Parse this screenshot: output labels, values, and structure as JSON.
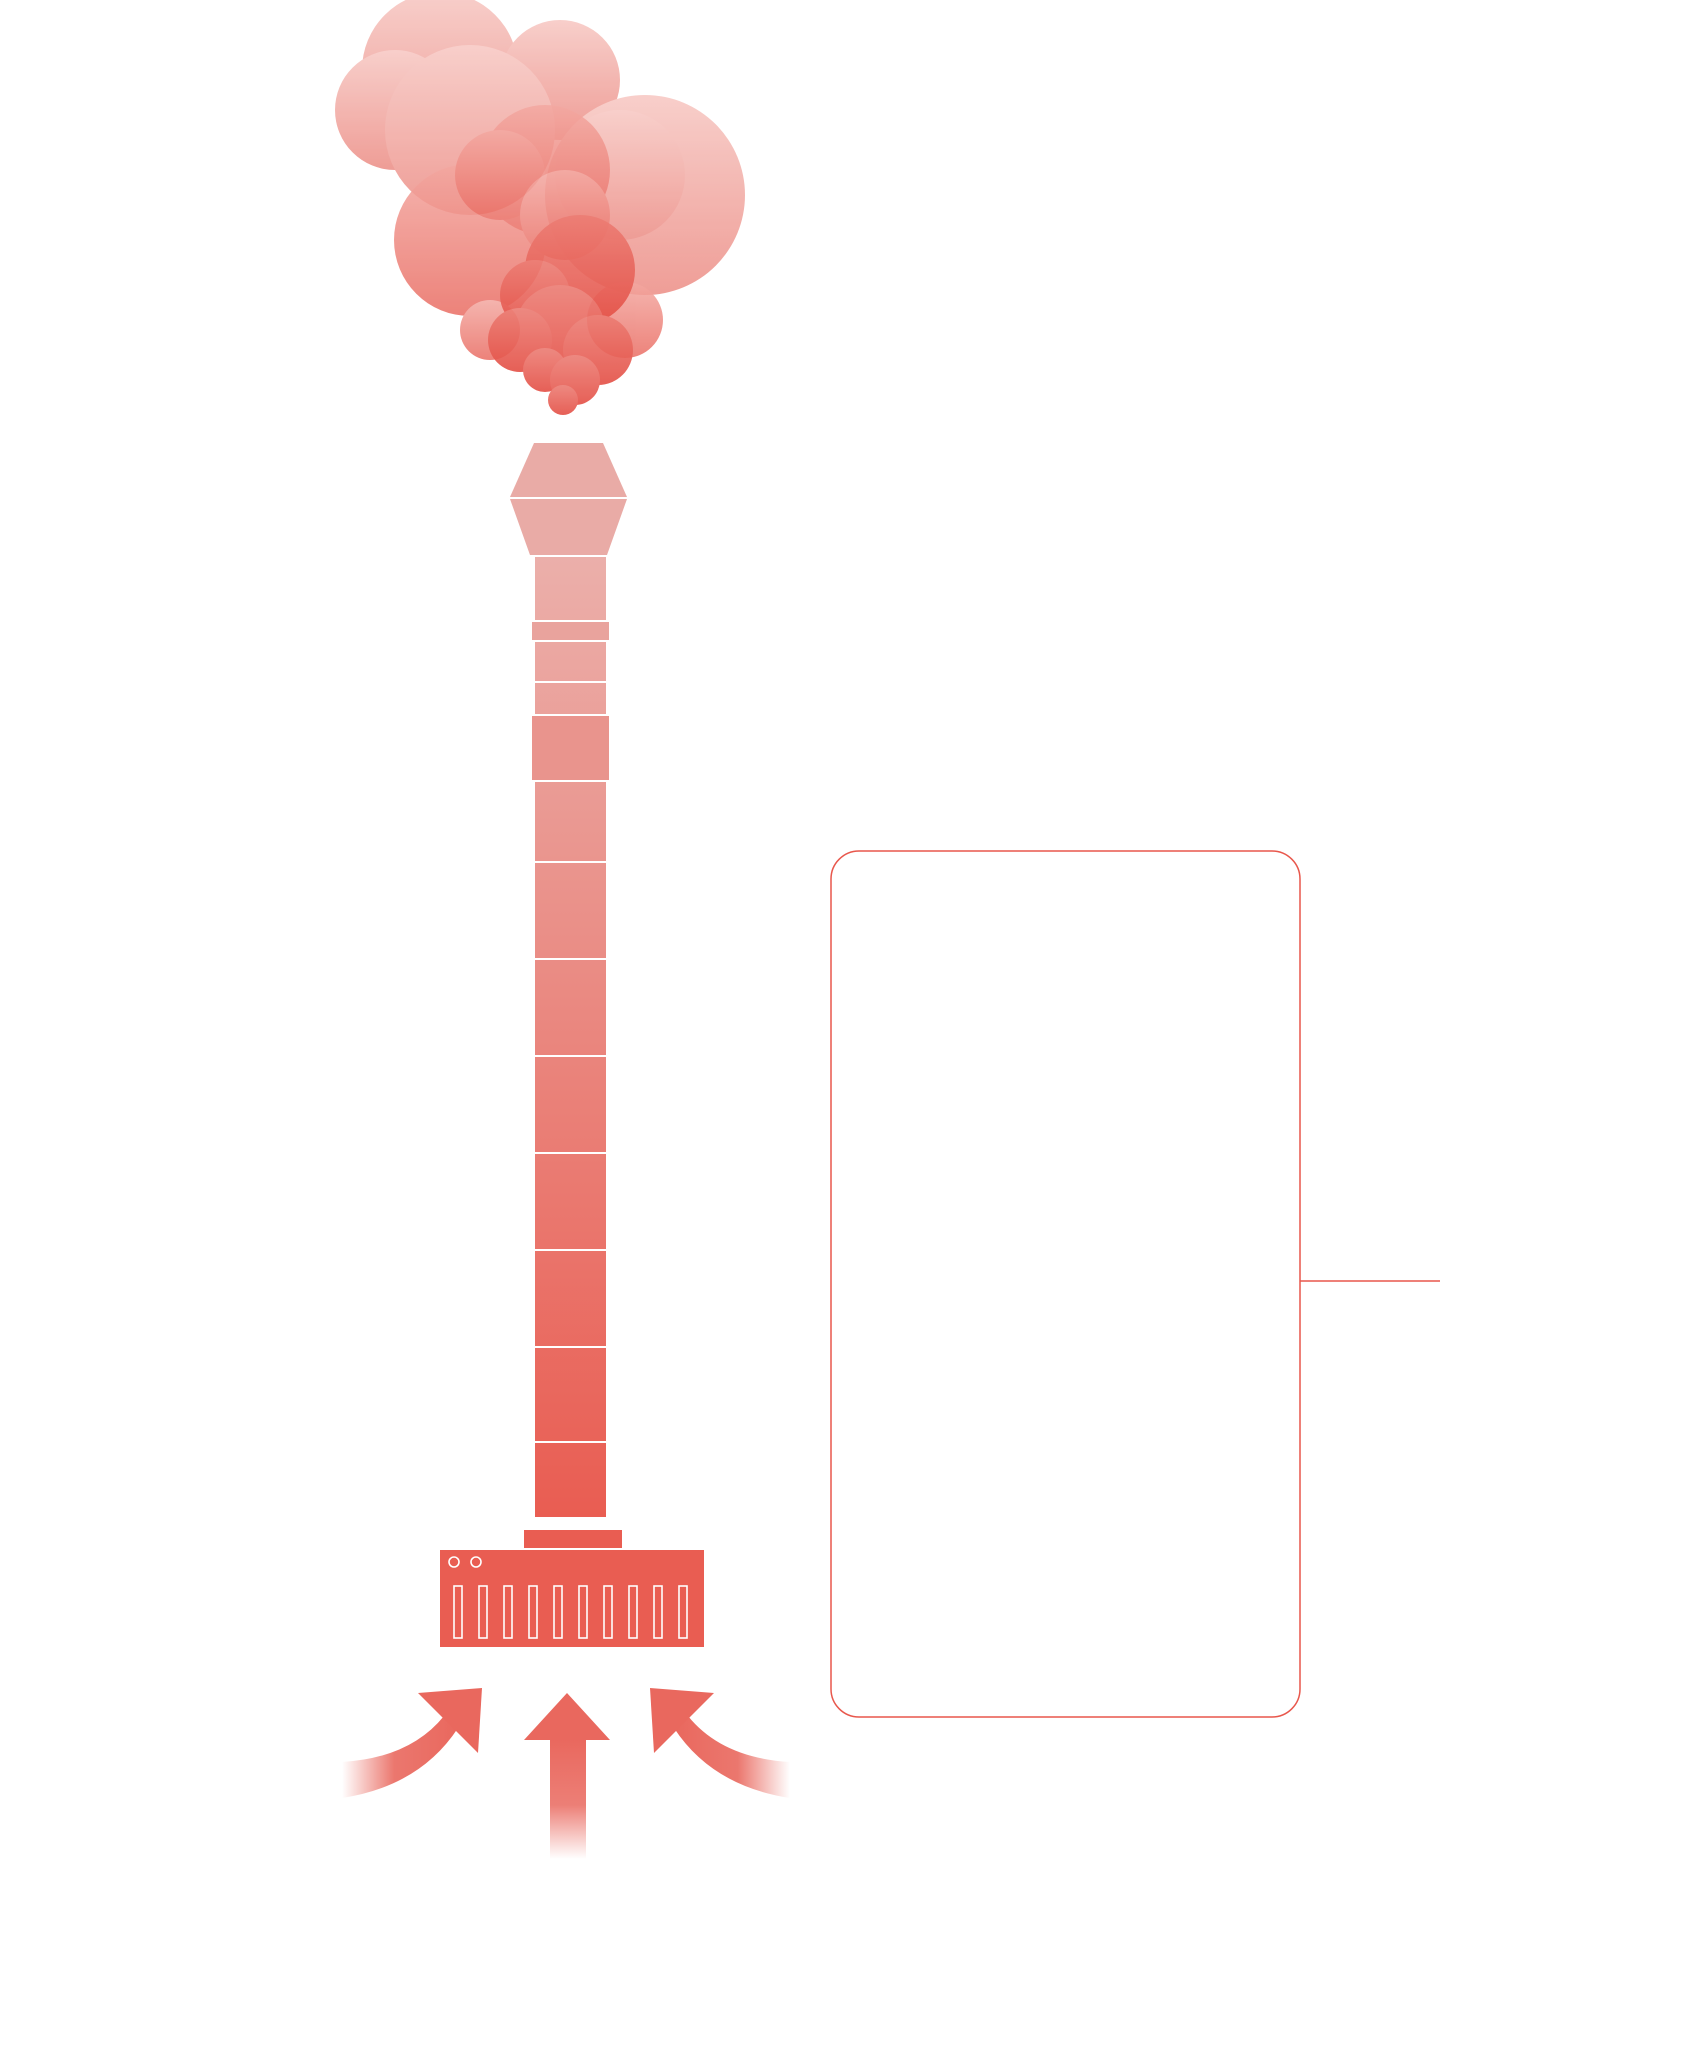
{
  "diagram": {
    "colors": {
      "accent": "#E8574C",
      "accent_light": "#F2A7A0",
      "smoke_light": "#F7C7C2",
      "seam": "#ffffff",
      "background": "#ffffff"
    },
    "elements": {
      "smoke": "smoke-cloud",
      "chimney": "chimney-stack",
      "base": "furnace-base",
      "arrows": [
        "air-intake-arrow-left",
        "air-intake-arrow-center",
        "air-intake-arrow-right"
      ],
      "panel": "info-panel",
      "connector": "connector-line"
    },
    "panel": {
      "title": "",
      "body": ""
    }
  }
}
